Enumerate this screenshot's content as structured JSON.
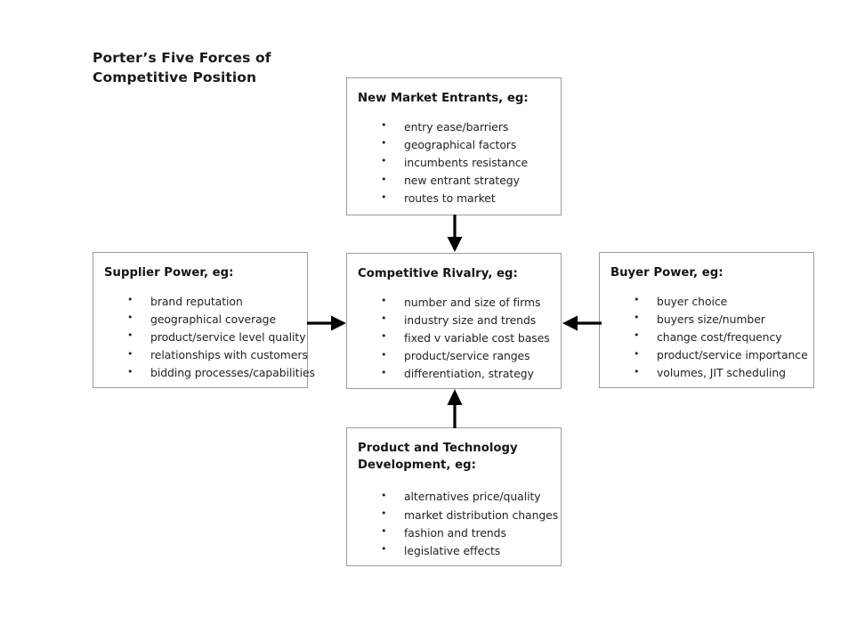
{
  "diagram": {
    "title": "Porter’s Five Forces of\nCompetitive Position",
    "type": "porters-five-forces",
    "background_color": "#ffffff",
    "box_border_color": "#9c9c9c",
    "arrow_color": "#000000",
    "text_color": "#232323",
    "boxes": {
      "new_entrants": {
        "title": "New Market Entrants, eg:",
        "items": [
          "entry ease/barriers",
          "geographical factors",
          "incumbents resistance",
          "new entrant strategy",
          "routes to market"
        ]
      },
      "supplier_power": {
        "title": "Supplier Power, eg:",
        "items": [
          "brand reputation",
          "geographical coverage",
          "product/service level quality",
          "relationships with customers",
          "bidding processes/capabilities"
        ]
      },
      "competitive_rivalry": {
        "title": "Competitive Rivalry, eg:",
        "items": [
          "number and size of firms",
          "industry size and trends",
          "fixed v variable cost bases",
          "product/service ranges",
          "differentiation, strategy"
        ]
      },
      "buyer_power": {
        "title": "Buyer Power, eg:",
        "items": [
          "buyer choice",
          "buyers size/number",
          "change cost/frequency",
          "product/service importance",
          "volumes, JIT scheduling"
        ]
      },
      "product_technology": {
        "title": "Product and Technology\nDevelopment, eg:",
        "items": [
          "alternatives price/quality",
          "market distribution changes",
          "fashion and trends",
          "legislative effects"
        ]
      }
    },
    "arrows": [
      {
        "name": "new-entrants-to-rivalry",
        "from": "new_entrants",
        "to": "competitive_rivalry",
        "direction": "down"
      },
      {
        "name": "supplier-to-rivalry",
        "from": "supplier_power",
        "to": "competitive_rivalry",
        "direction": "right"
      },
      {
        "name": "buyer-to-rivalry",
        "from": "buyer_power",
        "to": "competitive_rivalry",
        "direction": "left"
      },
      {
        "name": "product-tech-to-rivalry",
        "from": "product_technology",
        "to": "competitive_rivalry",
        "direction": "up"
      }
    ]
  }
}
